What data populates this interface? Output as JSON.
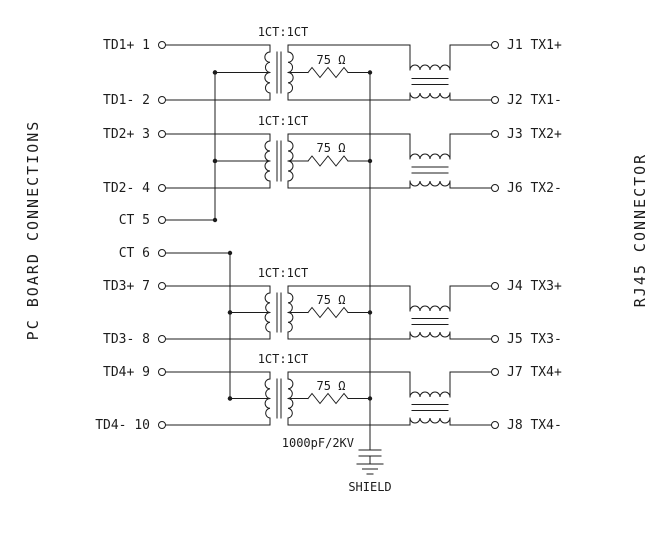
{
  "diagram": {
    "left_title": "PC BOARD CONNECTIONS",
    "right_title": "RJ45 CONNECTOR",
    "transformer_ratio": "1CT:1CT",
    "resistor_value": "75 Ω",
    "capacitor_value": "1000pF/2KV",
    "shield_label": "SHIELD",
    "line_color": "#1c1c1c",
    "left_pins": [
      {
        "label": "TD1+ 1"
      },
      {
        "label": "TD1- 2"
      },
      {
        "label": "TD2+ 3"
      },
      {
        "label": "TD2- 4"
      },
      {
        "label": "CT 5"
      },
      {
        "label": "CT 6"
      },
      {
        "label": "TD3+ 7"
      },
      {
        "label": "TD3- 8"
      },
      {
        "label": "TD4+ 9"
      },
      {
        "label": "TD4- 10"
      }
    ],
    "right_pins": [
      {
        "label": "J1 TX1+"
      },
      {
        "label": "J2 TX1-"
      },
      {
        "label": "J3 TX2+"
      },
      {
        "label": "J6 TX2-"
      },
      {
        "label": "J4 TX3+"
      },
      {
        "label": "J5 TX3-"
      },
      {
        "label": "J7 TX4+"
      },
      {
        "label": "J8 TX4-"
      }
    ]
  }
}
